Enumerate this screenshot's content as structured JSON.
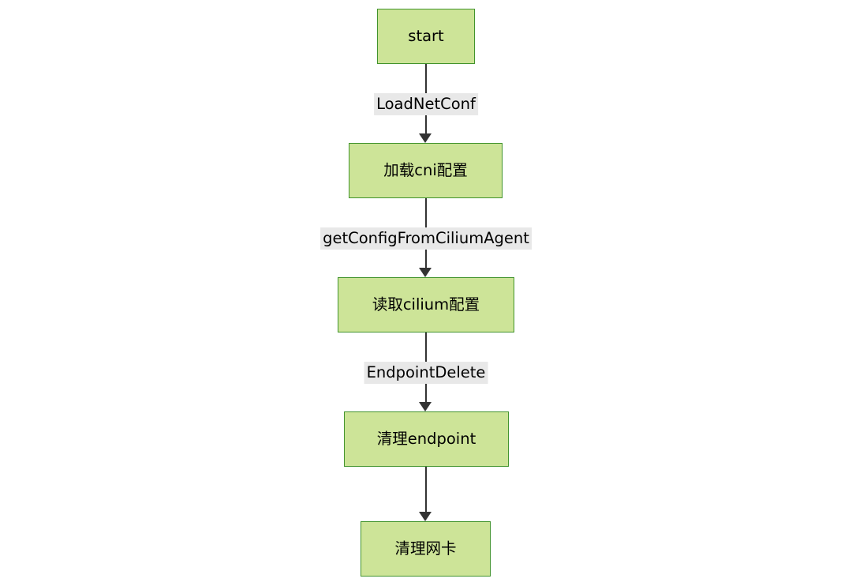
{
  "diagram": {
    "type": "flowchart",
    "orientation": "top-down",
    "background_color": "#ffffff",
    "node_fill_color": "#cde498",
    "node_border_color": "#41932c",
    "edge_color": "#333333",
    "edge_label_background": "#e8e8e8",
    "text_color": "#000000",
    "nodes": [
      {
        "id": "start",
        "label": "start"
      },
      {
        "id": "cni",
        "label": "加载cni配置"
      },
      {
        "id": "cilium",
        "label": "读取cilium配置"
      },
      {
        "id": "ep",
        "label": "清理endpoint"
      },
      {
        "id": "nic",
        "label": "清理网卡"
      }
    ],
    "edges": [
      {
        "from": "start",
        "to": "cni",
        "label": "LoadNetConf"
      },
      {
        "from": "cni",
        "to": "cilium",
        "label": "getConfigFromCiliumAgent"
      },
      {
        "from": "cilium",
        "to": "ep",
        "label": "EndpointDelete"
      },
      {
        "from": "ep",
        "to": "nic",
        "label": ""
      }
    ]
  }
}
